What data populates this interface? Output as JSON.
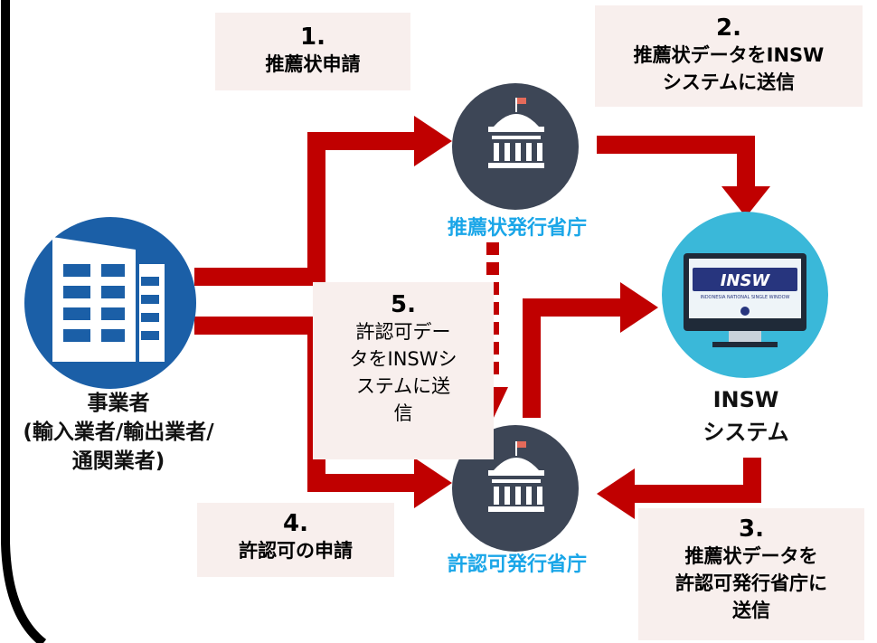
{
  "steps": {
    "s1": {
      "num": "1.",
      "text": "推薦状申請"
    },
    "s2": {
      "num": "2.",
      "line1": "推薦状データをINSW",
      "line2": "システムに送信"
    },
    "s3": {
      "num": "3.",
      "line1": "推薦状データを",
      "line2": "許認可発行省庁に",
      "line3": "送信"
    },
    "s4": {
      "num": "4.",
      "text": "許認可の申請"
    },
    "s5": {
      "num": "5.",
      "line1": "許認可デー",
      "line2": "タをINSWシ",
      "line3": "ステムに送",
      "line4": "信"
    }
  },
  "nodes": {
    "business": {
      "line1": "事業者",
      "line2": "(輸入業者/輸出業者/",
      "line3": "通関業者)"
    },
    "recommend_agency": {
      "label": "推薦状発行省庁"
    },
    "permit_agency": {
      "label": "許認可発行省庁"
    },
    "insw": {
      "line1": "INSW",
      "line2": "システム",
      "screen_logo": "INSW",
      "screen_caption": "INDONESIA NATIONAL SINGLE WINDOW"
    }
  },
  "colors": {
    "arrow": "#c00000",
    "note_bg": "#f8efed",
    "business_icon": "#1b5fa7",
    "agency_icon": "#3d4656",
    "insw_icon": "#3ab8d9",
    "label_blue": "#1aa6e8"
  }
}
